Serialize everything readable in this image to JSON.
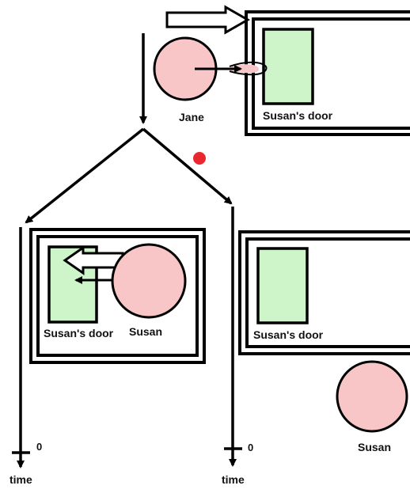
{
  "labels": {
    "jane": "Jane",
    "door_top": "Susan's door",
    "door_left": "Susan's door",
    "susan_left": "Susan",
    "door_right": "Susan's door",
    "susan_right": "Susan",
    "time_left": "time",
    "zero_left": "0",
    "time_right": "time",
    "zero_right": "0"
  },
  "colors": {
    "person_fill": "#f8c6c6",
    "door_fill": "#cdf5c9",
    "stroke": "#000000",
    "marker": "#e8282e",
    "background": "#ffffff"
  }
}
